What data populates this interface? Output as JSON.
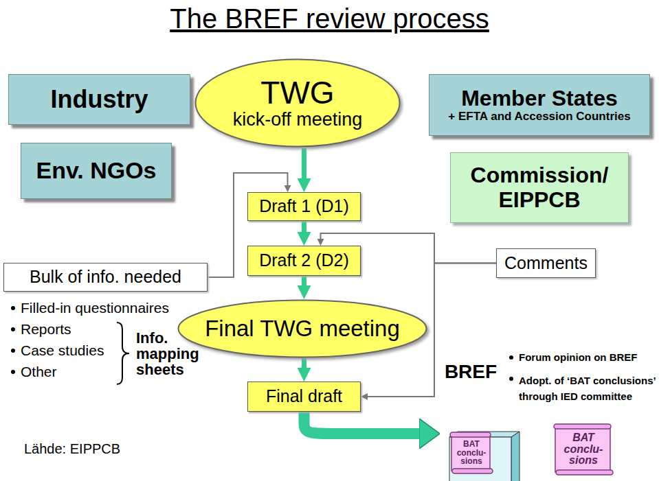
{
  "diagram": {
    "title": "The BREF review process",
    "nodes": [
      {
        "text": [
          "Industry"
        ]
      },
      {
        "text": [
          "Env. NGOs"
        ]
      },
      {
        "text": [
          "TWG",
          "kick-off meeting"
        ]
      },
      {
        "text": [
          "Member States",
          "+ EFTA and Accession Countries"
        ]
      },
      {
        "text": [
          "Commission/ EIPPCB"
        ]
      },
      {
        "text": [
          "Draft 1 (D1)"
        ]
      },
      {
        "text": [
          "Bulk of info. needed"
        ]
      },
      {
        "text": [
          "Draft 2 (D2)"
        ]
      },
      {
        "text": [
          "Comments"
        ]
      },
      {
        "text": [
          "Final TWG meeting"
        ]
      },
      {
        "text": [
          "Final draft"
        ]
      },
      {
        "text": [
          "BREF"
        ]
      },
      {
        "text": [
          "BAT conclu- sions"
        ],
        "in": 11
      },
      {
        "text": [
          "BAT conclu- sions"
        ]
      }
    ],
    "edges": [
      {
        "from": 2,
        "to": 5,
        "arrow": "to"
      },
      {
        "from": 5,
        "to": 7,
        "arrow": "to"
      },
      {
        "from": 7,
        "to": 9,
        "arrow": "to"
      },
      {
        "from": 9,
        "to": 10,
        "arrow": "to"
      },
      {
        "from": 10,
        "to": 11,
        "arrow": "to"
      },
      {
        "from": 6,
        "to": 5,
        "arrow": "to"
      },
      {
        "from": 8,
        "to": 7,
        "arrow": "to"
      },
      {
        "from": 8,
        "to": 10,
        "arrow": "to"
      }
    ],
    "labels": [
      "Filled-in questionnaires",
      "Reports",
      "Case studies",
      "Other",
      "Info. mapping sheets",
      "Forum opinion on BREF",
      "Adopt. of ‘BAT conclusions’ through IED committee",
      "Lähde: EIPPCB"
    ]
  }
}
